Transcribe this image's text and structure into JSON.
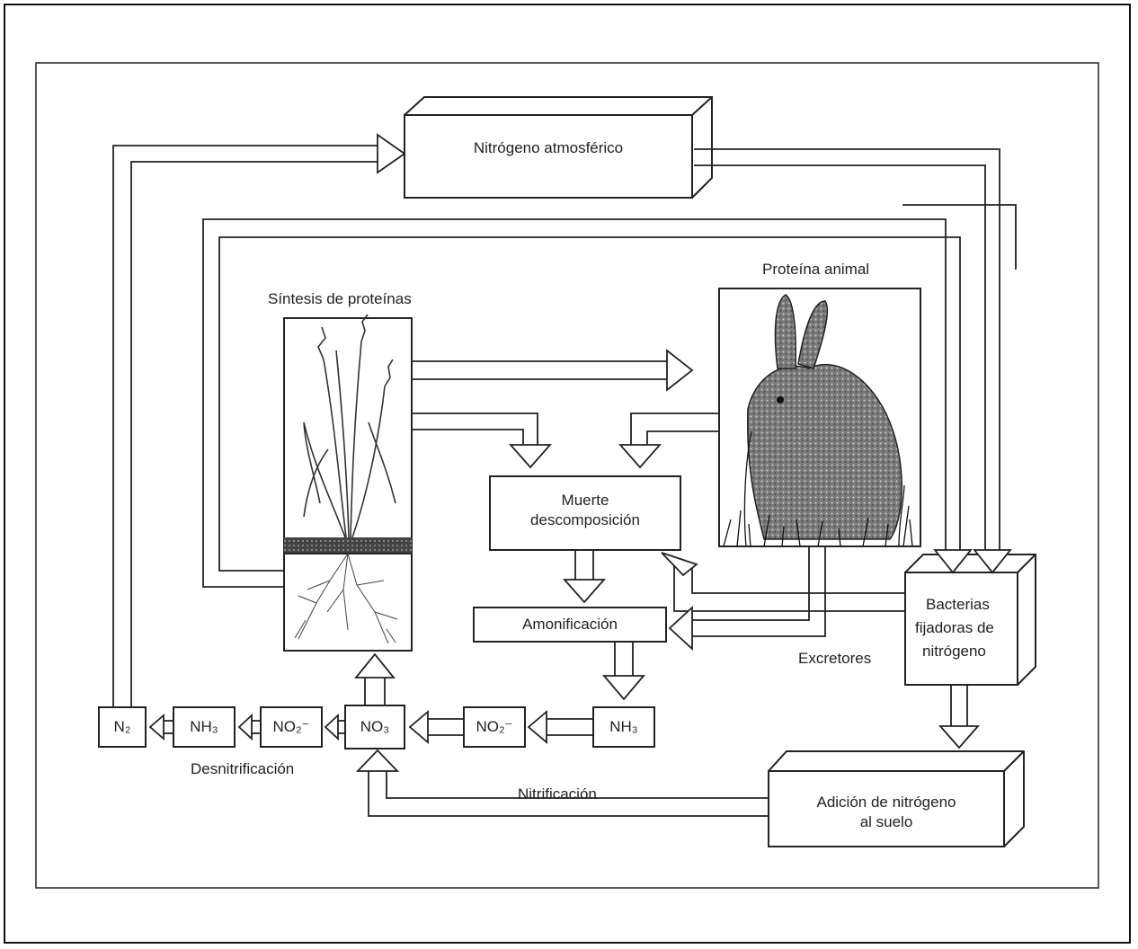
{
  "nodes": {
    "atmosferico": "Nitrógeno atmosférico",
    "sintesis": "Síntesis de proteínas",
    "proteina_animal": "Proteína animal",
    "muerte_l1": "Muerte",
    "muerte_l2": "descomposición",
    "amonificacion": "Amonificación",
    "bacterias_l1": "Bacterias",
    "bacterias_l2": "fijadoras de",
    "bacterias_l3": "nitrógeno",
    "adicion_l1": "Adición de nitrógeno",
    "adicion_l2": "al suelo",
    "excretores": "Excretores",
    "desnitrificacion": "Desnitrificación",
    "nitrificacion": "Nitrificación"
  },
  "chem": {
    "n2": "N₂",
    "nh3_left": "NH₃",
    "no2_left": "NO₂⁻",
    "no3": "NO₃",
    "no2_right": "NO₂⁻",
    "nh3_right": "NH₃"
  },
  "colors": {
    "ink": "#222222",
    "background": "#ffffff"
  }
}
